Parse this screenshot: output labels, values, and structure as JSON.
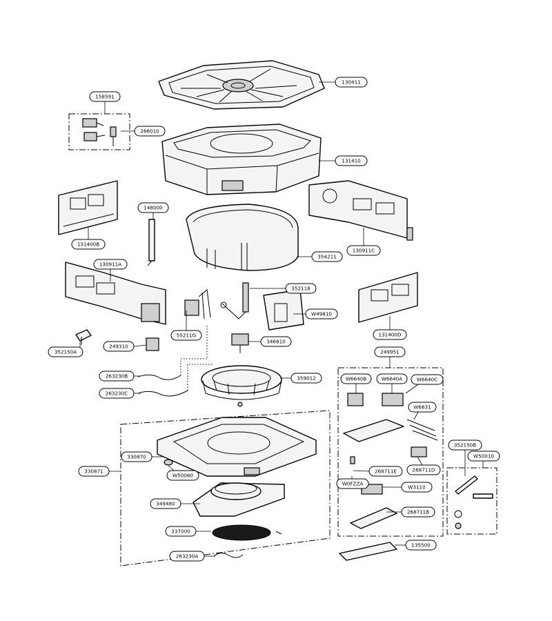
{
  "labels": [
    {
      "id": "l130411",
      "text": "130411"
    },
    {
      "id": "l158591",
      "text": "158591"
    },
    {
      "id": "l266010",
      "text": "266010"
    },
    {
      "id": "l131410",
      "text": "131410"
    },
    {
      "id": "l148000",
      "text": "148000"
    },
    {
      "id": "l131400B",
      "text": "131400B"
    },
    {
      "id": "l130911C",
      "text": "130911C"
    },
    {
      "id": "l130911A",
      "text": "130911A"
    },
    {
      "id": "l354211",
      "text": "354211"
    },
    {
      "id": "l352118",
      "text": "352118"
    },
    {
      "id": "lW49810",
      "text": "W49810"
    },
    {
      "id": "l131400D",
      "text": "131400D"
    },
    {
      "id": "l55211G",
      "text": "55211G"
    },
    {
      "id": "l346810",
      "text": "346810"
    },
    {
      "id": "l352150A",
      "text": "352150A"
    },
    {
      "id": "l249310",
      "text": "249310"
    },
    {
      "id": "l249951",
      "text": "249951"
    },
    {
      "id": "l263230B",
      "text": "263230B"
    },
    {
      "id": "l359012",
      "text": "359012"
    },
    {
      "id": "lW6640B",
      "text": "W6640B"
    },
    {
      "id": "lW6640A",
      "text": "W6640A"
    },
    {
      "id": "lW6640C",
      "text": "W6640C"
    },
    {
      "id": "l263230C",
      "text": "263230C"
    },
    {
      "id": "lW6631",
      "text": "W6631"
    },
    {
      "id": "l330870",
      "text": "330870"
    },
    {
      "id": "l330871",
      "text": "330871"
    },
    {
      "id": "lW50060",
      "text": "W50060"
    },
    {
      "id": "l352150B",
      "text": "352150B"
    },
    {
      "id": "lW50010",
      "text": "W50010"
    },
    {
      "id": "l268711E",
      "text": "268711E"
    },
    {
      "id": "l268711D",
      "text": "268711D"
    },
    {
      "id": "lW0FZZA",
      "text": "W0FZZA"
    },
    {
      "id": "lW3110",
      "text": "W3110"
    },
    {
      "id": "l349480",
      "text": "349480"
    },
    {
      "id": "l268711B",
      "text": "268711B"
    },
    {
      "id": "l337000",
      "text": "337000"
    },
    {
      "id": "l135500",
      "text": "135500"
    },
    {
      "id": "l263230A",
      "text": "263230A"
    }
  ]
}
